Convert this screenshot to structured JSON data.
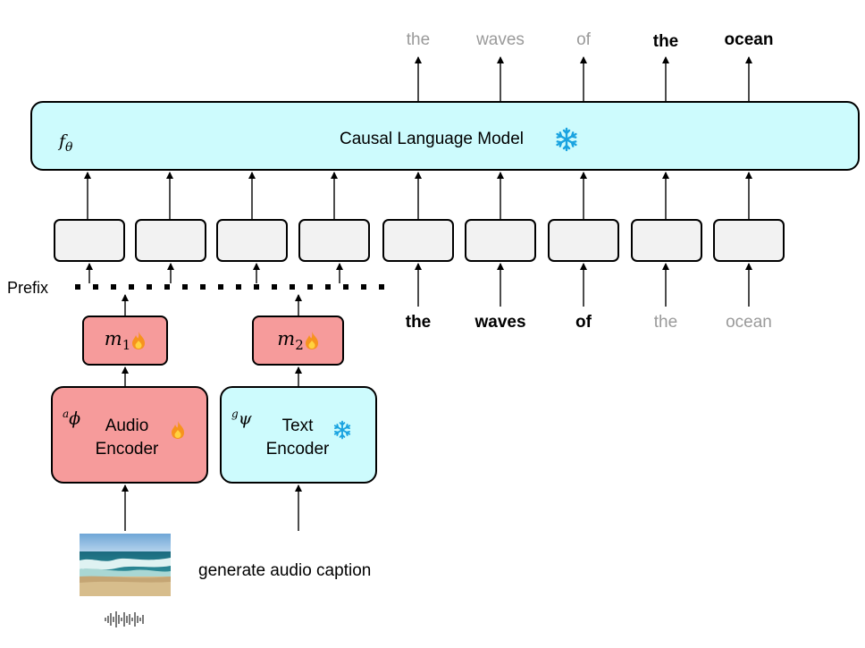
{
  "language_model": {
    "title": "Causal Language Model",
    "symbol": "f",
    "symbol_sub": "θ",
    "status_icon": "snowflake-icon"
  },
  "output_words": [
    {
      "text": "the",
      "style": "light"
    },
    {
      "text": "waves",
      "style": "light"
    },
    {
      "text": "of",
      "style": "light"
    },
    {
      "text": "the",
      "style": "bold"
    },
    {
      "text": "ocean",
      "style": "bold"
    }
  ],
  "input_words": [
    {
      "text": "the",
      "style": "bold"
    },
    {
      "text": "waves",
      "style": "bold"
    },
    {
      "text": "of",
      "style": "bold"
    },
    {
      "text": "the",
      "style": "light"
    },
    {
      "text": "ocean",
      "style": "light"
    }
  ],
  "prefix_label": "Prefix",
  "mappers": [
    {
      "symbol": "m",
      "sub": "1",
      "status_icon": "flame-icon"
    },
    {
      "symbol": "m",
      "sub": "2",
      "status_icon": "flame-icon"
    }
  ],
  "audio_encoder": {
    "line1": "Audio",
    "line2": "Encoder",
    "symbol_sup": "a",
    "symbol": "ϕ",
    "status_icon": "flame-icon",
    "color": "#f69b9b"
  },
  "text_encoder": {
    "line1": "Text",
    "line2": "Encoder",
    "symbol_sup": "g",
    "symbol": "ψ",
    "status_icon": "snowflake-icon",
    "color": "#cdfbfd"
  },
  "prompt_text": "generate audio caption",
  "colors": {
    "frozen": "#cdfbfd",
    "trainable": "#f69b9b",
    "snowflake": "#1aa3e0",
    "flame": "#f7931e",
    "token_box": "#f2f2f2",
    "light_text": "#9a9a9a"
  }
}
